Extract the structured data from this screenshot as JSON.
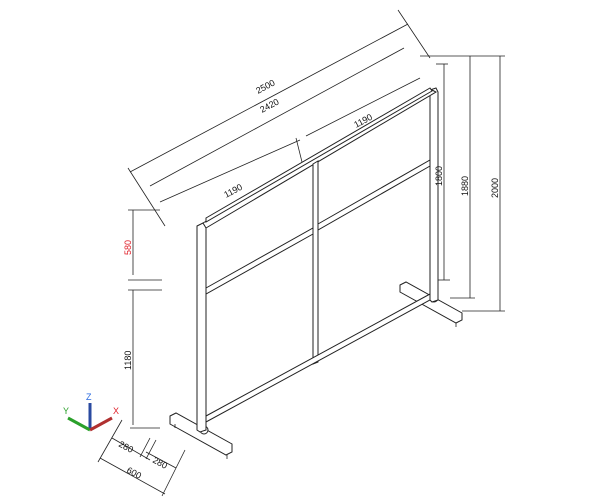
{
  "dimensions": {
    "overall_length": "2500",
    "inner_length": "2420",
    "panel_right": "1190",
    "panel_left": "1190",
    "height_frame": "1800",
    "height_frame_base": "1880",
    "height_total": "2000",
    "upper_panel": "580",
    "lower_panel": "1180",
    "foot_front": "280",
    "foot_back": "280",
    "foot_total": "600"
  },
  "axes": {
    "x": "X",
    "y": "Y",
    "z": "Z"
  },
  "colors": {
    "highlight_dim": "#e0202a",
    "x_axis": "#b03030",
    "y_axis": "#2aa02a",
    "z_axis": "#2a4aa0"
  }
}
